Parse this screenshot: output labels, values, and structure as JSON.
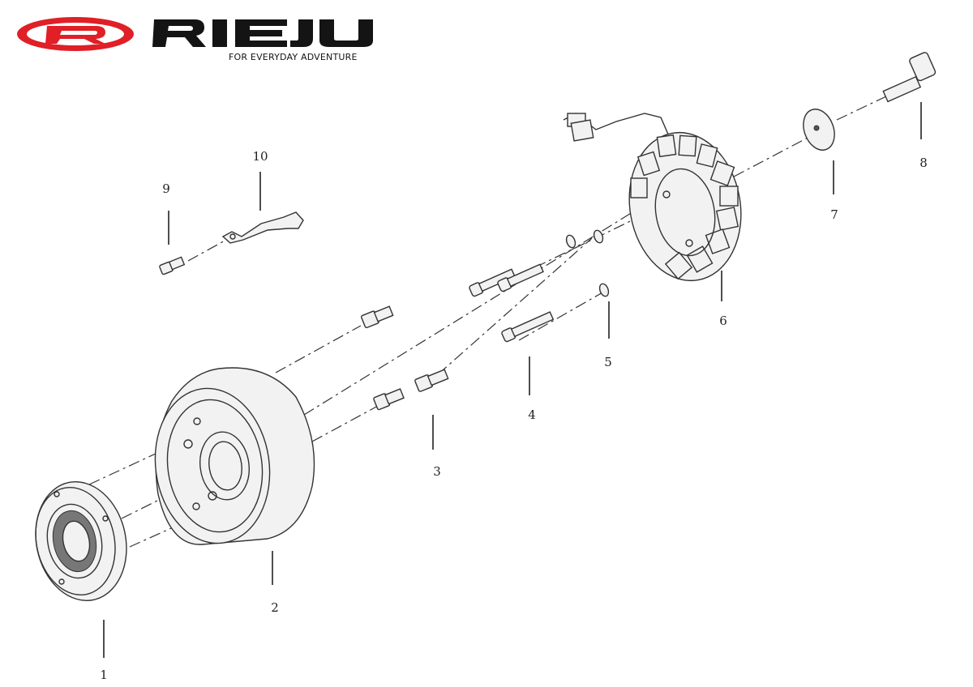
{
  "brand": {
    "name": "RIEJU",
    "tagline": "FOR EVERYDAY ADVENTURE",
    "colors": {
      "red": "#e01f26",
      "black": "#141414"
    }
  },
  "callouts": [
    {
      "id": "1",
      "label": "1"
    },
    {
      "id": "2",
      "label": "2"
    },
    {
      "id": "3",
      "label": "3"
    },
    {
      "id": "4",
      "label": "4"
    },
    {
      "id": "5",
      "label": "5"
    },
    {
      "id": "6",
      "label": "6"
    },
    {
      "id": "7",
      "label": "7"
    },
    {
      "id": "8",
      "label": "8"
    },
    {
      "id": "9",
      "label": "9"
    },
    {
      "id": "10",
      "label": "10"
    }
  ]
}
